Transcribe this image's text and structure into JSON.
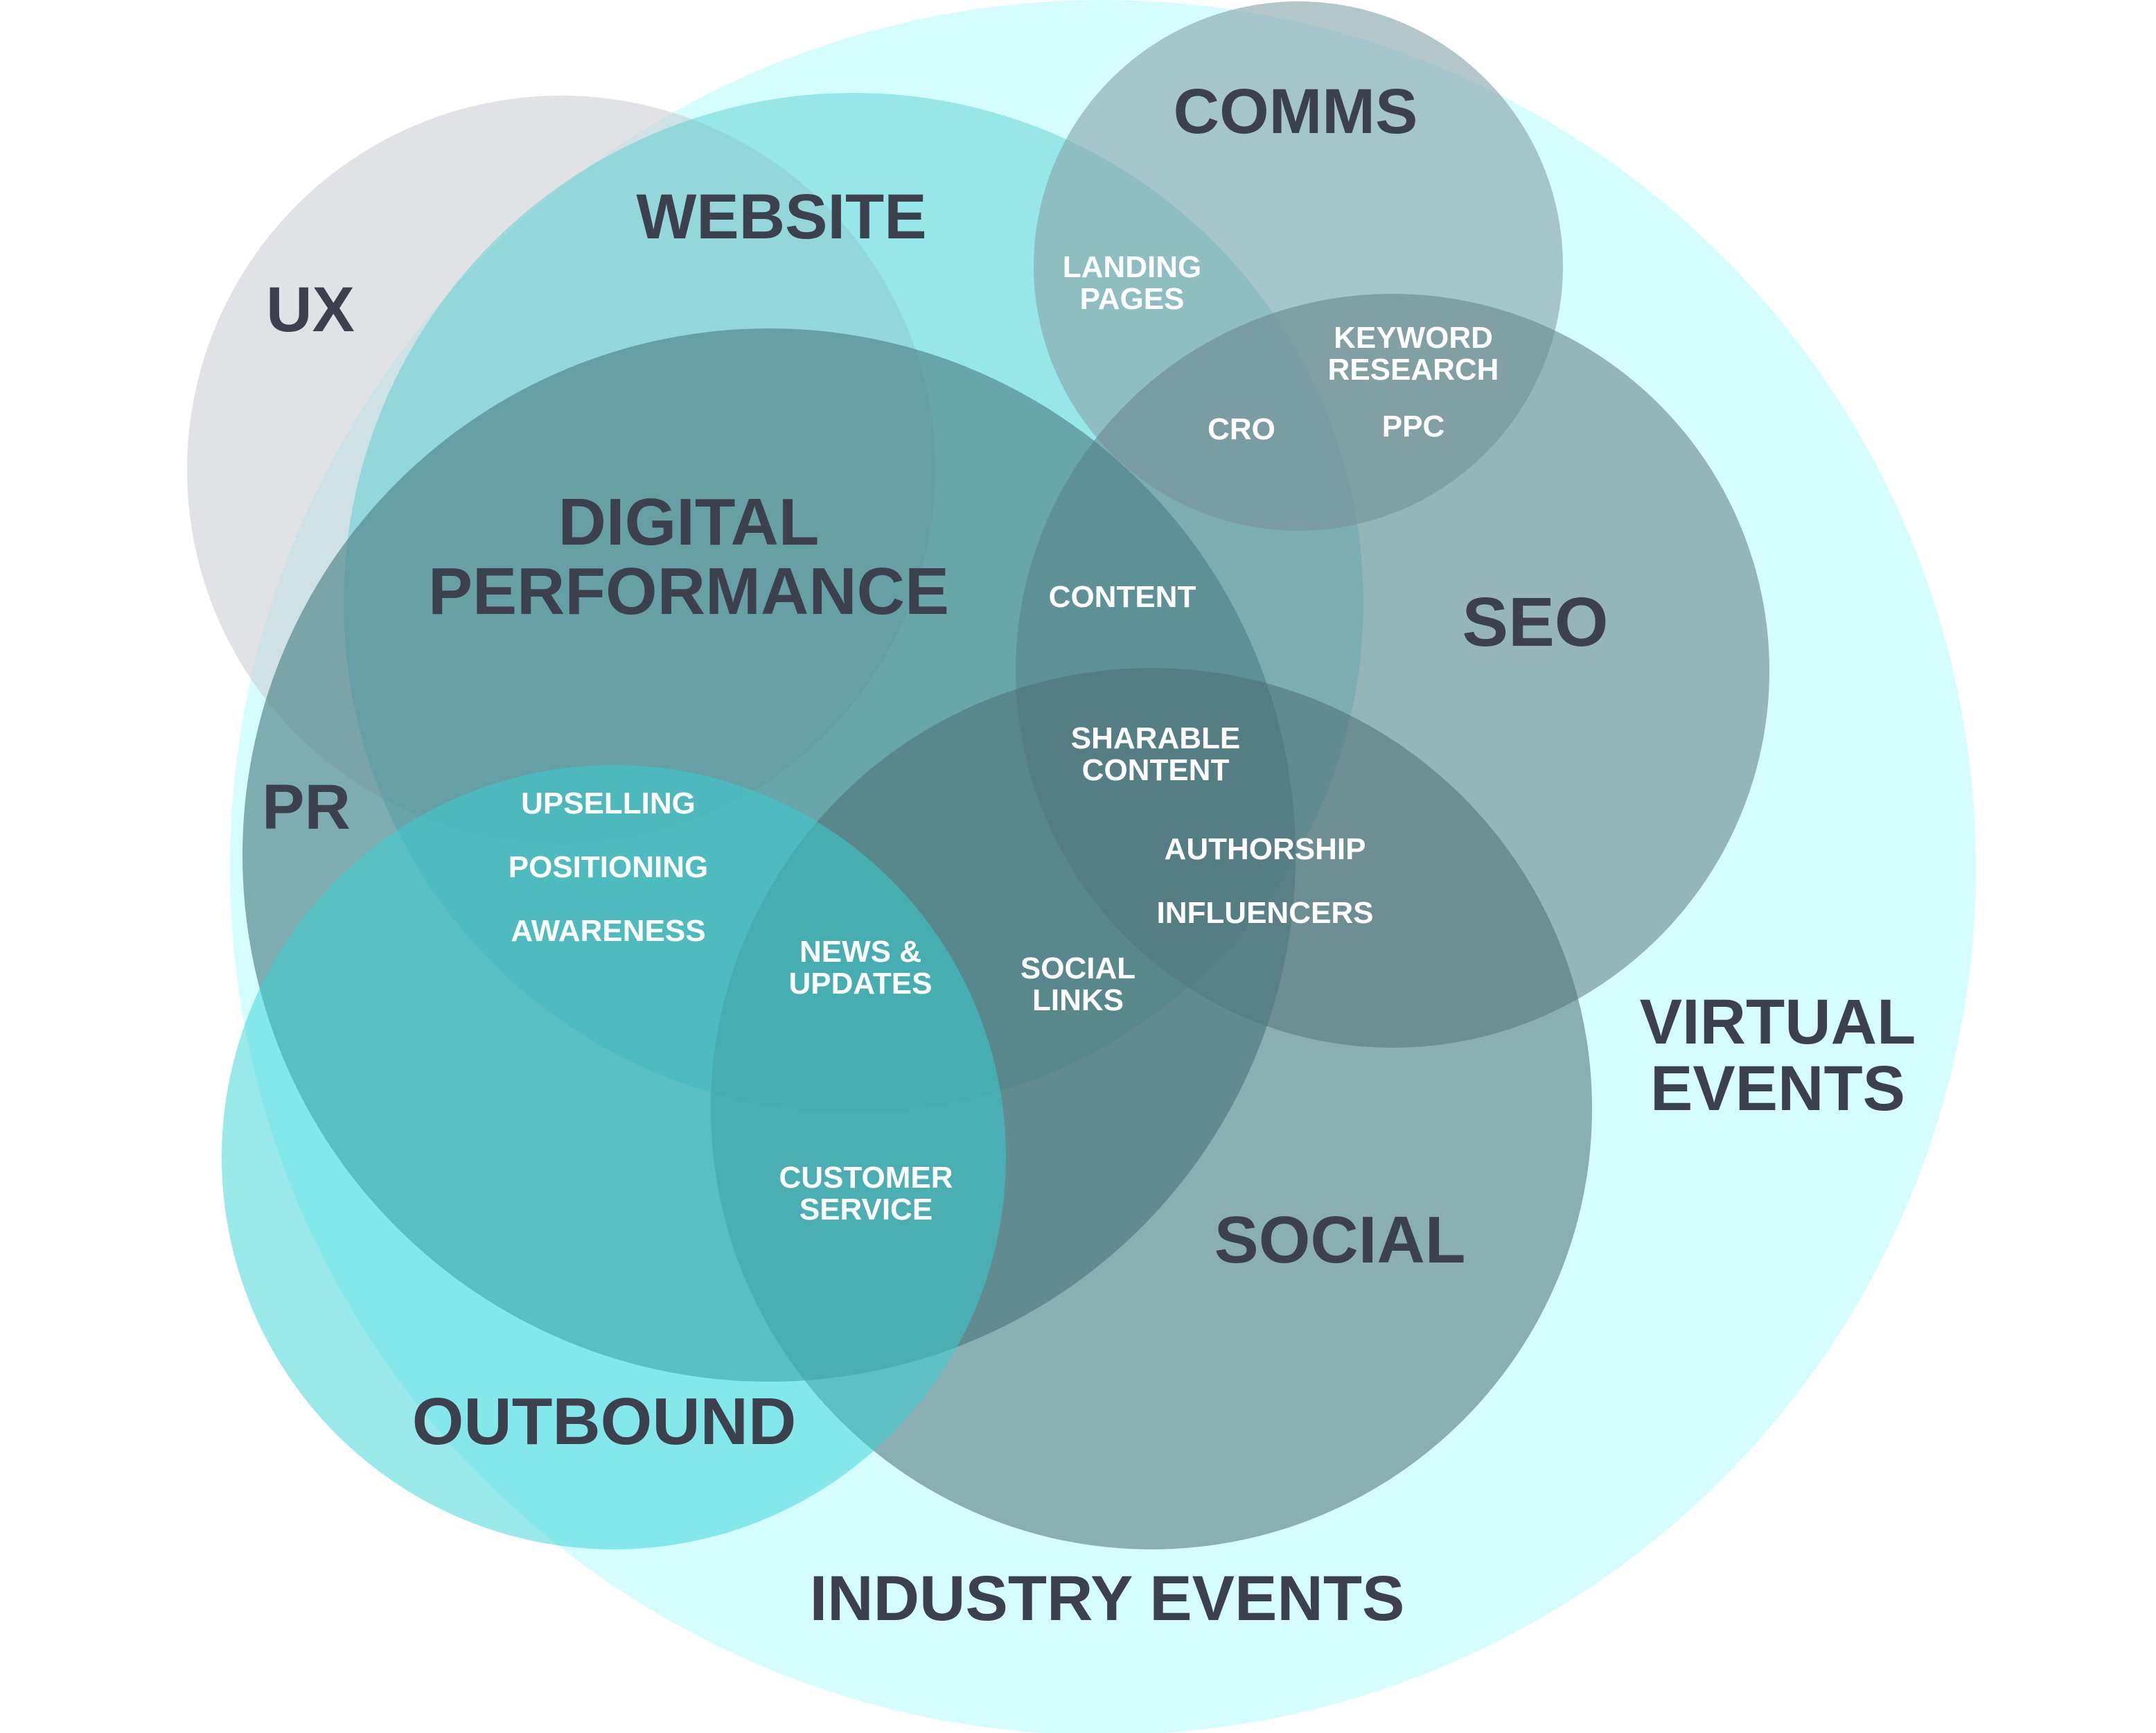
{
  "diagram": {
    "type": "venn",
    "sets": [
      {
        "id": "industry",
        "label": [
          "INDUSTRY EVENTS"
        ],
        "color": "#d5fdfd"
      },
      {
        "id": "virtual",
        "label": [
          "VIRTUAL",
          "EVENTS"
        ],
        "color": "#d5fdfd"
      },
      {
        "id": "ux",
        "label": [
          "UX"
        ],
        "color": "#dcdde0"
      },
      {
        "id": "website",
        "label": [
          "WEBSITE"
        ],
        "color": "#7fd9dc"
      },
      {
        "id": "comms",
        "label": [
          "COMMS"
        ],
        "color": "#9fb9bd"
      },
      {
        "id": "seo",
        "label": [
          "SEO"
        ],
        "color": "#8fa6aa"
      },
      {
        "id": "digital",
        "label": [
          "DIGITAL",
          "PERFORMANCE"
        ],
        "color": "#5e9196"
      },
      {
        "id": "social",
        "label": [
          "SOCIAL"
        ],
        "color": "#97adb1"
      },
      {
        "id": "outbound",
        "label": [
          "OUTBOUND"
        ],
        "color": "#6fe0e2"
      },
      {
        "id": "pr",
        "label": [
          "PR"
        ],
        "color": "#8fa4a8"
      }
    ],
    "intersections": [
      {
        "id": "landing-pages",
        "label": [
          "LANDING",
          "PAGES"
        ]
      },
      {
        "id": "keyword-research",
        "label": [
          "KEYWORD",
          "RESEARCH"
        ]
      },
      {
        "id": "cro",
        "label": [
          "CRO"
        ]
      },
      {
        "id": "ppc",
        "label": [
          "PPC"
        ]
      },
      {
        "id": "content",
        "label": [
          "CONTENT"
        ]
      },
      {
        "id": "sharable-content",
        "label": [
          "SHARABLE",
          "CONTENT"
        ]
      },
      {
        "id": "authorship",
        "label": [
          "AUTHORSHIP"
        ]
      },
      {
        "id": "influencers",
        "label": [
          "INFLUENCERS"
        ]
      },
      {
        "id": "upselling",
        "label": [
          "UPSELLING"
        ]
      },
      {
        "id": "positioning",
        "label": [
          "POSITIONING"
        ]
      },
      {
        "id": "awareness",
        "label": [
          "AWARENESS"
        ]
      },
      {
        "id": "news-updates",
        "label": [
          "NEWS &",
          "UPDATES"
        ]
      },
      {
        "id": "social-links",
        "label": [
          "SOCIAL",
          "LINKS"
        ]
      },
      {
        "id": "customer-service",
        "label": [
          "CUSTOMER",
          "SERVICE"
        ]
      }
    ],
    "colors": {
      "label_dark": "#3d414d",
      "label_light": "#ffffff",
      "background": "#ffffff"
    }
  }
}
